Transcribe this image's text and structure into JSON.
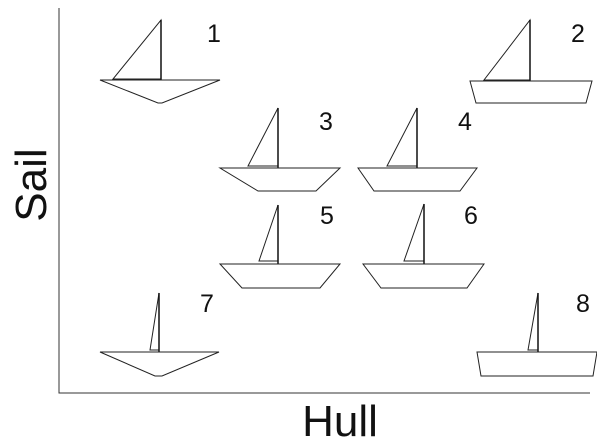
{
  "axes": {
    "x_label": "Hull",
    "y_label": "Sail"
  },
  "boats": [
    {
      "label": "1",
      "sail": "large",
      "hull": "v-shaped"
    },
    {
      "label": "2",
      "sail": "large",
      "hull": "flat"
    },
    {
      "label": "3",
      "sail": "medium",
      "hull": "slightly-flat"
    },
    {
      "label": "4",
      "sail": "medium",
      "hull": "moderately-flat"
    },
    {
      "label": "5",
      "sail": "medium-narrow",
      "hull": "slightly-flat"
    },
    {
      "label": "6",
      "sail": "medium-narrow",
      "hull": "moderately-flat"
    },
    {
      "label": "7",
      "sail": "small",
      "hull": "v-shaped"
    },
    {
      "label": "8",
      "sail": "small",
      "hull": "flat"
    }
  ],
  "colors": {
    "line": "#222222",
    "background": "#ffffff"
  }
}
